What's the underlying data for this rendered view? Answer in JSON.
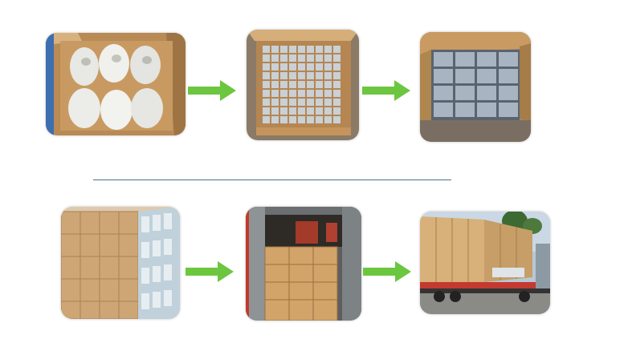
{
  "steps": [
    {
      "name": "bagged-filters-in-carton"
    },
    {
      "name": "units-in-grid-divider"
    },
    {
      "name": "boxed-units-in-carton"
    },
    {
      "name": "stacked-wrapped-cartons"
    },
    {
      "name": "cartons-loaded-in-truck"
    },
    {
      "name": "crates-on-flatbed-trailer"
    }
  ],
  "colors": {
    "arrow": "#6cc63f",
    "divider": "#4a6f8e",
    "cardboard": "#c89a62"
  }
}
